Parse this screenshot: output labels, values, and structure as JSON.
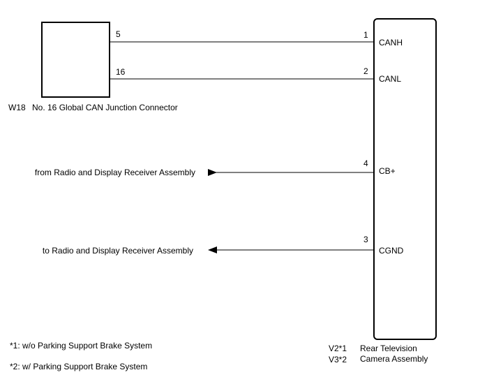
{
  "junction_connector": {
    "code": "W18",
    "name": "No. 16 Global CAN Junction Connector",
    "pins": [
      "5",
      "16"
    ]
  },
  "camera_assembly": {
    "codes": [
      "V2*1",
      "V3*2"
    ],
    "name_line1": "Rear Television",
    "name_line2": "Camera Assembly",
    "terminals": [
      {
        "pin": "1",
        "name": "CANH"
      },
      {
        "pin": "2",
        "name": "CANL"
      },
      {
        "pin": "4",
        "name": "CB+"
      },
      {
        "pin": "3",
        "name": "CGND"
      }
    ]
  },
  "external_signals": {
    "cb_plus_source": "from Radio and Display Receiver Assembly",
    "cgnd_target": "to Radio and Display Receiver Assembly"
  },
  "notes": [
    "*1: w/o Parking Support Brake System",
    "*2: w/ Parking Support Brake System"
  ]
}
